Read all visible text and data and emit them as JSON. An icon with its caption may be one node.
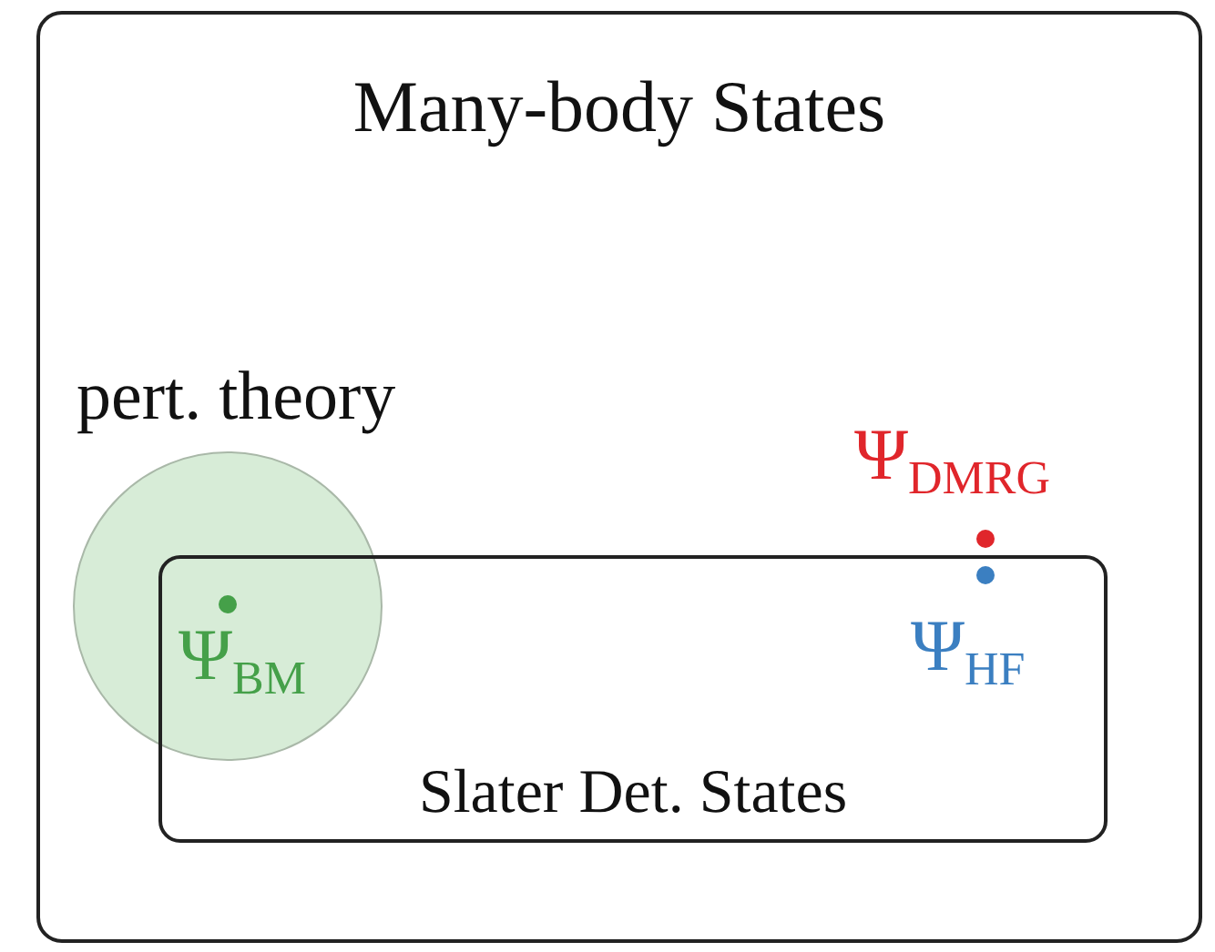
{
  "diagram": {
    "nodes": [
      {
        "text": [
          "Many-body States"
        ]
      },
      {
        "text": [
          "pert. theory"
        ],
        "in": 0
      },
      {
        "text": [
          "Slater Det. States"
        ],
        "in": 0
      },
      {
        "text": [
          "Ψ$_{BM}$"
        ]
      },
      {
        "text": [
          "Ψ$_{DMRG}$"
        ],
        "in": 0
      },
      {
        "text": [
          "Ψ$_{HF}$"
        ],
        "in": 2
      }
    ]
  }
}
